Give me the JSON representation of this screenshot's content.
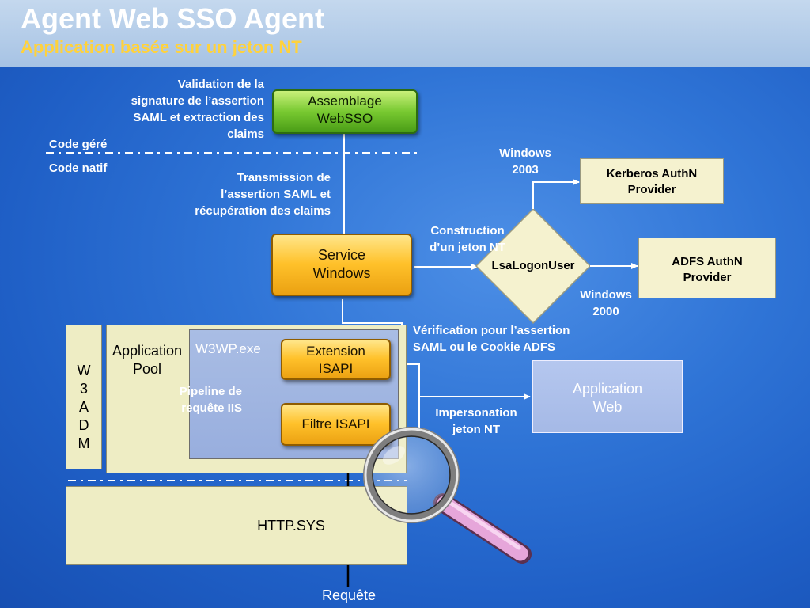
{
  "header": {
    "title": "Agent Web SSO Agent",
    "subtitle": "Application basée sur un jeton NT"
  },
  "labels": {
    "validation_l1": "Validation de la",
    "validation_l2": "signature de l’assertion",
    "validation_l3": "SAML et extraction des",
    "validation_l4": "claims",
    "managed_code": "Code géré",
    "native_code": "Code natif",
    "transmission_l1": "Transmission de",
    "transmission_l2": "l’assertion SAML et",
    "transmission_l3": "récupération des claims",
    "windows2003_l1": "Windows",
    "windows2003_l2": "2003",
    "construction_l1": "Construction",
    "construction_l2": "d’un jeton NT",
    "windows2000_l1": "Windows",
    "windows2000_l2": "2000",
    "verification_l1": "Vérification pour l’assertion",
    "verification_l2": "SAML ou le Cookie ADFS",
    "impersonation_l1": "Impersonation",
    "impersonation_l2": "jeton NT",
    "pipeline_l1": "Pipeline de",
    "pipeline_l2": "requête IIS",
    "request": "Requête"
  },
  "boxes": {
    "websso_l1": "Assemblage",
    "websso_l2": "WebSSO",
    "service_l1": "Service",
    "service_l2": "Windows",
    "kerberos_l1": "Kerberos AuthN",
    "kerberos_l2": "Provider",
    "adfs_l1": "ADFS AuthN",
    "adfs_l2": "Provider",
    "lsalogon": "LsaLogonUser",
    "webapp_l1": "Application",
    "webapp_l2": "Web",
    "w3adm_letters": [
      "W",
      "3",
      "A",
      "D",
      "M"
    ],
    "apppool_l1": "Application",
    "apppool_l2": "Pool",
    "w3wp": "W3WP.exe",
    "isapi_ext_l1": "Extension",
    "isapi_ext_l2": "ISAPI",
    "isapi_filter": "Filtre ISAPI",
    "httpsys": "HTTP.SYS"
  },
  "colors": {
    "background": "#2f74d6",
    "title": "#ffffff",
    "subtitle": "#ffd23c",
    "green_box": "#78c931",
    "orange_box": "#ffc12a",
    "panel": "#eeedc4",
    "provider_box": "#f5f2cf",
    "webapp_box": "#a5b9e6"
  },
  "icons": {
    "magnifier": "magnifying-glass-icon"
  }
}
